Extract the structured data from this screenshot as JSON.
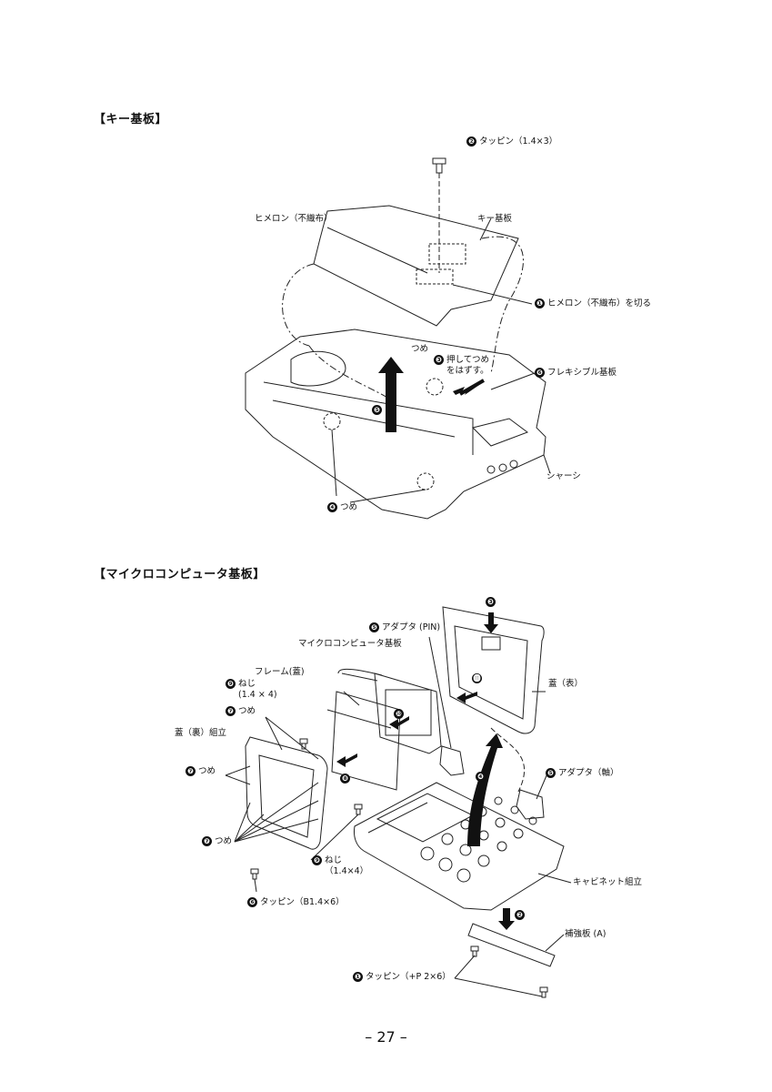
{
  "page": {
    "number": "– 27 –"
  },
  "section1": {
    "title": "【キー基板】",
    "labels": {
      "step2": {
        "num": "❷",
        "text": "タッピン（1.4×3）"
      },
      "himeron_fushokufu": "ヒメロン（不織布）",
      "key_board": "キー基板",
      "step1": {
        "num": "❶",
        "text": "ヒメロン（不織布）を切る"
      },
      "tsume_a": "つめ",
      "step3": {
        "num": "❸",
        "text_line1": "押してつめ",
        "text_line2": "をはずす。"
      },
      "step6": {
        "num": "❻",
        "text": "フレキシブル基板"
      },
      "step5": {
        "num": "❺"
      },
      "chassis": "シャーシ",
      "step4": {
        "num": "❹",
        "text": "つめ"
      }
    }
  },
  "section2": {
    "title": "【マイクロコンピュータ基板】",
    "labels": {
      "step3": {
        "num": "❸"
      },
      "step5_pin": {
        "num": "❺",
        "text": "アダプタ (PIN)"
      },
      "micro_board": "マイクロコンピュータ基板",
      "frame_lid": "フレーム(蓋)",
      "step9_top": {
        "num": "❾",
        "text_line1": "ねじ",
        "text_line2": "(1.4 × 4)"
      },
      "step7_top": {
        "num": "❼",
        "text": "つめ"
      },
      "lid_back": "蓋（裏）組立",
      "step11": {
        "num": "⓫"
      },
      "lid_front": "蓋（表）",
      "step10": {
        "num": "❿"
      },
      "step7_mid": {
        "num": "❼",
        "text": "つめ"
      },
      "step8": {
        "num": "❽"
      },
      "step4": {
        "num": "❹"
      },
      "step5_shaft": {
        "num": "❺",
        "text": "アダプタ（軸）"
      },
      "step7_bot": {
        "num": "❼",
        "text": "つめ"
      },
      "step9_bot": {
        "num": "❾",
        "text_line1": "ねじ",
        "text_line2": "（1.4×4）"
      },
      "cabinet": "キャビネット組立",
      "step6": {
        "num": "❻",
        "text": "タッピン（B1.4×6）"
      },
      "step2": {
        "num": "❷"
      },
      "reinforce": "補強板 (A)",
      "step1": {
        "num": "❶",
        "text": "タッピン（+P 2×6）"
      }
    }
  }
}
